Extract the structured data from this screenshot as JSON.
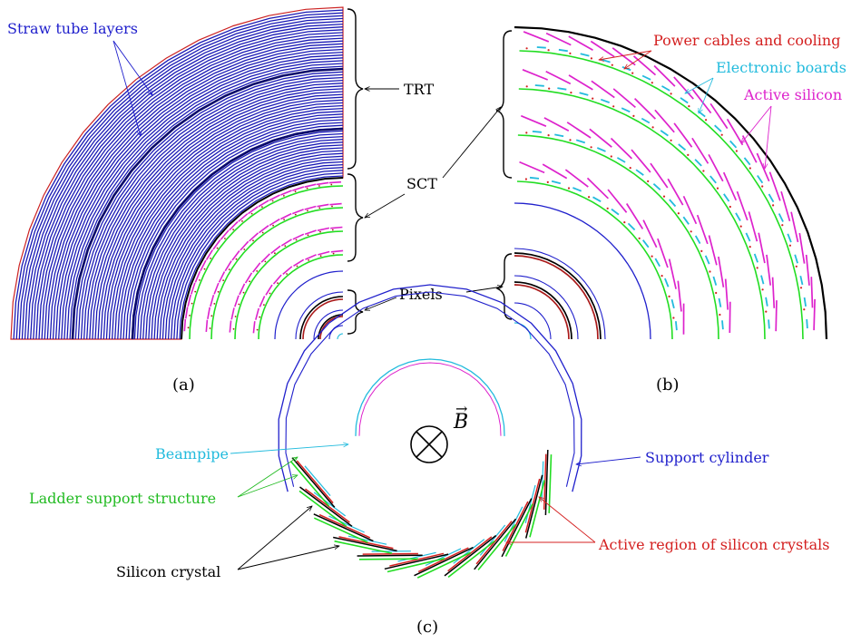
{
  "panel_a": {
    "label": "(a)",
    "straw_tube_label": "Straw tube layers",
    "trt_label": "TRT",
    "sct_label": "SCT",
    "pixels_label": "Pixels"
  },
  "panel_b": {
    "label": "(b)",
    "power_label": "Power cables and cooling",
    "boards_label": "Electronic boards",
    "silicon_label": "Active silicon"
  },
  "panel_c": {
    "label": "(c)",
    "field_label": "B",
    "field_arrow": "→",
    "beampipe_label": "Beampipe",
    "support_cyl_label": "Support cylinder",
    "ladder_label": "Ladder support structure",
    "crystal_label": "Silicon crystal",
    "active_label": "Active region of silicon crystals"
  },
  "colors": {
    "straw": "#1a1ab5",
    "trt_border": "#0a0a6a",
    "outline_red": "#cc2222",
    "label_red": "#d42020",
    "label_blue": "#2020cc",
    "cyan": "#22bbdd",
    "magenta": "#dd22cc",
    "green": "#22dd22",
    "black": "#000000",
    "dark_red": "#aa1a1a"
  }
}
